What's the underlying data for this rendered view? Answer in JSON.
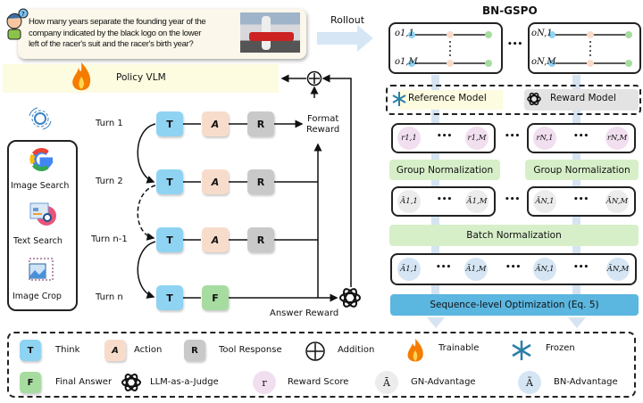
{
  "question": {
    "text_lines": [
      "How many years separate the founding year of the",
      "company indicated by the black logo on the lower",
      "left of the racer's suit and the racer's birth year?"
    ]
  },
  "rollout_label": "Rollout",
  "policy_label": "Policy VLM",
  "tools": [
    {
      "label": "Image Search",
      "icon": "google-icon"
    },
    {
      "label": "Text Search",
      "icon": "text-search-icon"
    },
    {
      "label": "Image Crop",
      "icon": "image-crop-icon"
    }
  ],
  "turns": [
    {
      "label": "Turn 1",
      "blocks": [
        "T",
        "A",
        "R"
      ]
    },
    {
      "label": "Turn 2",
      "blocks": [
        "T",
        "A",
        "R"
      ]
    },
    {
      "label": "Turn n-1",
      "blocks": [
        "T",
        "A",
        "R"
      ]
    },
    {
      "label": "Turn n",
      "blocks": [
        "T",
        "F"
      ]
    }
  ],
  "format_reward": [
    "Format",
    "Reward"
  ],
  "answer_reward": "Answer  Reward",
  "bn_gspo": {
    "title": "BN-GSPO",
    "outputs": [
      [
        "o1,1",
        "o1,M"
      ],
      [
        "oN,1",
        "oN,M"
      ]
    ],
    "reference_model": "Reference Model",
    "reward_model": "Reward Model",
    "rewards": [
      [
        "r1,1",
        "r1,M"
      ],
      [
        "rN,1",
        "rN,M"
      ]
    ],
    "group_norm": "Group Normalization",
    "gn_adv": [
      [
        "Ā1,1",
        "Ā1,M"
      ],
      [
        "ĀN,1",
        "ĀN,M"
      ]
    ],
    "batch_norm": "Batch Normalization",
    "bn_adv": [
      "Ã1,1",
      "Ã1,M",
      "ÃN,1",
      "ÃN,M"
    ],
    "seq_opt": "Sequence-level Optimization (Eq. 5)",
    "ellipsis": "•••"
  },
  "legend": {
    "think": "Think",
    "action": "Action",
    "tool_response": "Tool Response",
    "addition": "Addition",
    "trainable": "Trainable",
    "frozen": "Frozen",
    "final_answer": "Final Answer",
    "judge": "LLM-as-a-Judge",
    "reward_score": "Reward Score",
    "gn_advantage": "GN-Advantage",
    "bn_advantage": "BN-Advantage",
    "r": "r",
    "abar": "Ā",
    "atilde": "Ã"
  },
  "colors": {
    "think": "#8fd3f2",
    "action": "#f8dccb",
    "tool": "#c9c9c9",
    "final": "#a7dca0",
    "norm": "#d7efc9",
    "opt": "#5bb6e0",
    "policy": "#fdfbe0"
  }
}
